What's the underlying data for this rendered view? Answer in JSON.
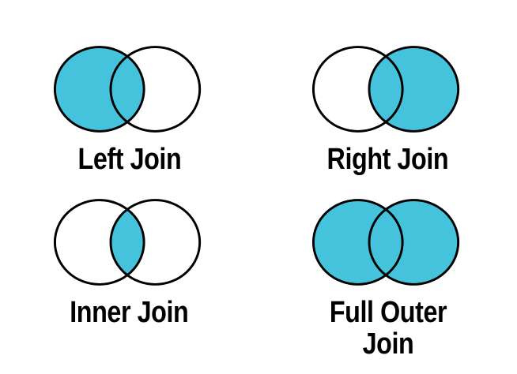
{
  "page": {
    "background": "#ffffff",
    "description": "SQL join types illustrated as Venn diagrams"
  },
  "colors": {
    "accent": "#46C3DC",
    "stroke": "#000000",
    "text": "#000000",
    "empty_fill": "none"
  },
  "diagrams": [
    {
      "label": "Left Join",
      "fills": {
        "left": true,
        "right": false,
        "intersection": true
      }
    },
    {
      "label": "Right Join",
      "fills": {
        "left": false,
        "right": true,
        "intersection": true
      }
    },
    {
      "label": "Inner Join",
      "fills": {
        "left": false,
        "right": false,
        "intersection": true
      }
    },
    {
      "label": "Full Outer Join",
      "fills": {
        "left": true,
        "right": true,
        "intersection": true
      }
    }
  ]
}
